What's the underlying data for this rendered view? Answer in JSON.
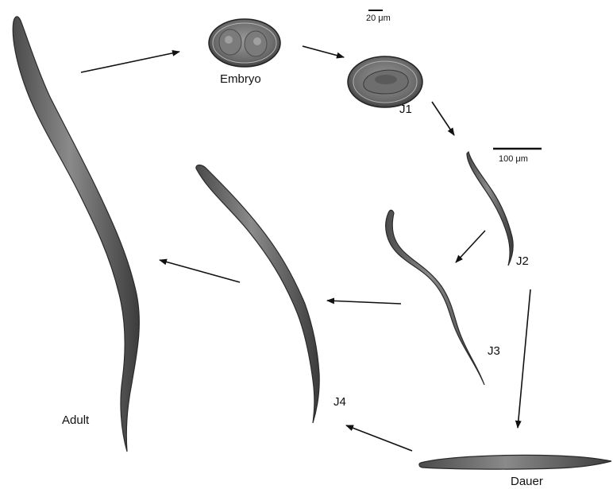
{
  "stages": {
    "embryo": "Embryo",
    "j1": "J1",
    "j2": "J2",
    "j3": "J3",
    "j4": "J4",
    "adult": "Adult",
    "dauer": "Dauer"
  },
  "scale_bars": {
    "small": "20 μm",
    "large": "100 μm"
  }
}
